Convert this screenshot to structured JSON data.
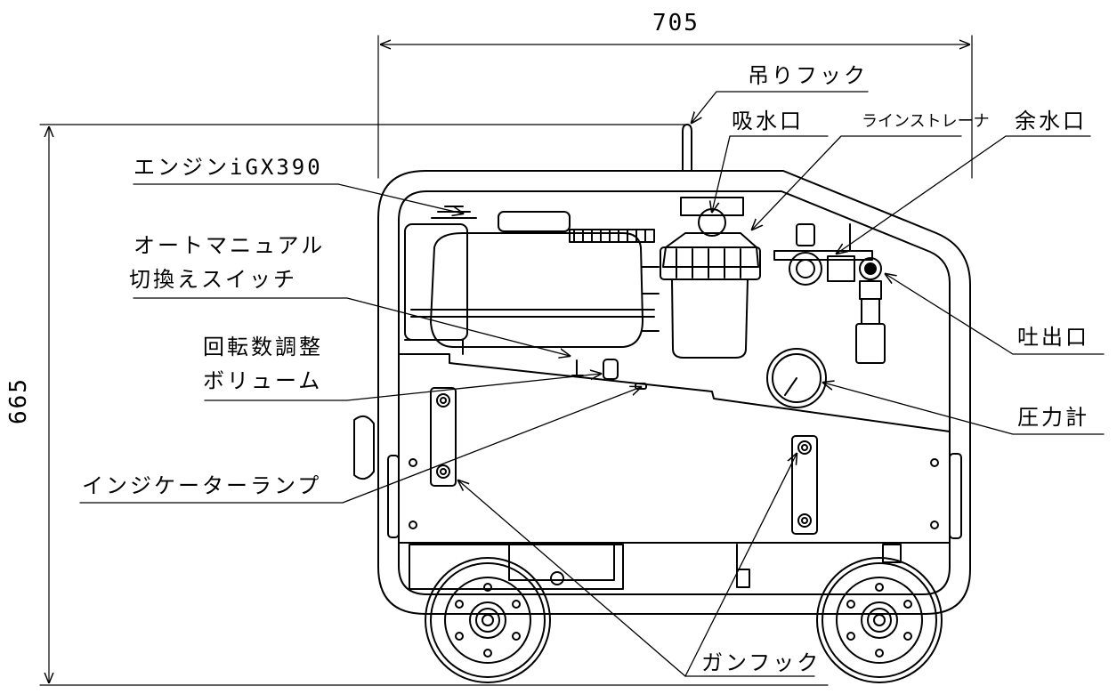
{
  "diagram": {
    "dimensions": {
      "width": "705",
      "height": "665"
    },
    "labels": {
      "lifting_hook": "吊りフック",
      "water_inlet": "吸水口",
      "line_strainer": "ラインストレーナ",
      "residual_water_port": "余水口",
      "engine": "エンジンiGX390",
      "auto_manual_switch_line1": "オートマニュアル",
      "auto_manual_switch_line2": "切換えスイッチ",
      "rpm_volume_line1": "回転数調整",
      "rpm_volume_line2": "ボリューム",
      "outlet": "吐出口",
      "pressure_gauge": "圧力計",
      "indicator_lamp": "インジケーターランプ",
      "gun_hook": "ガンフック"
    }
  }
}
